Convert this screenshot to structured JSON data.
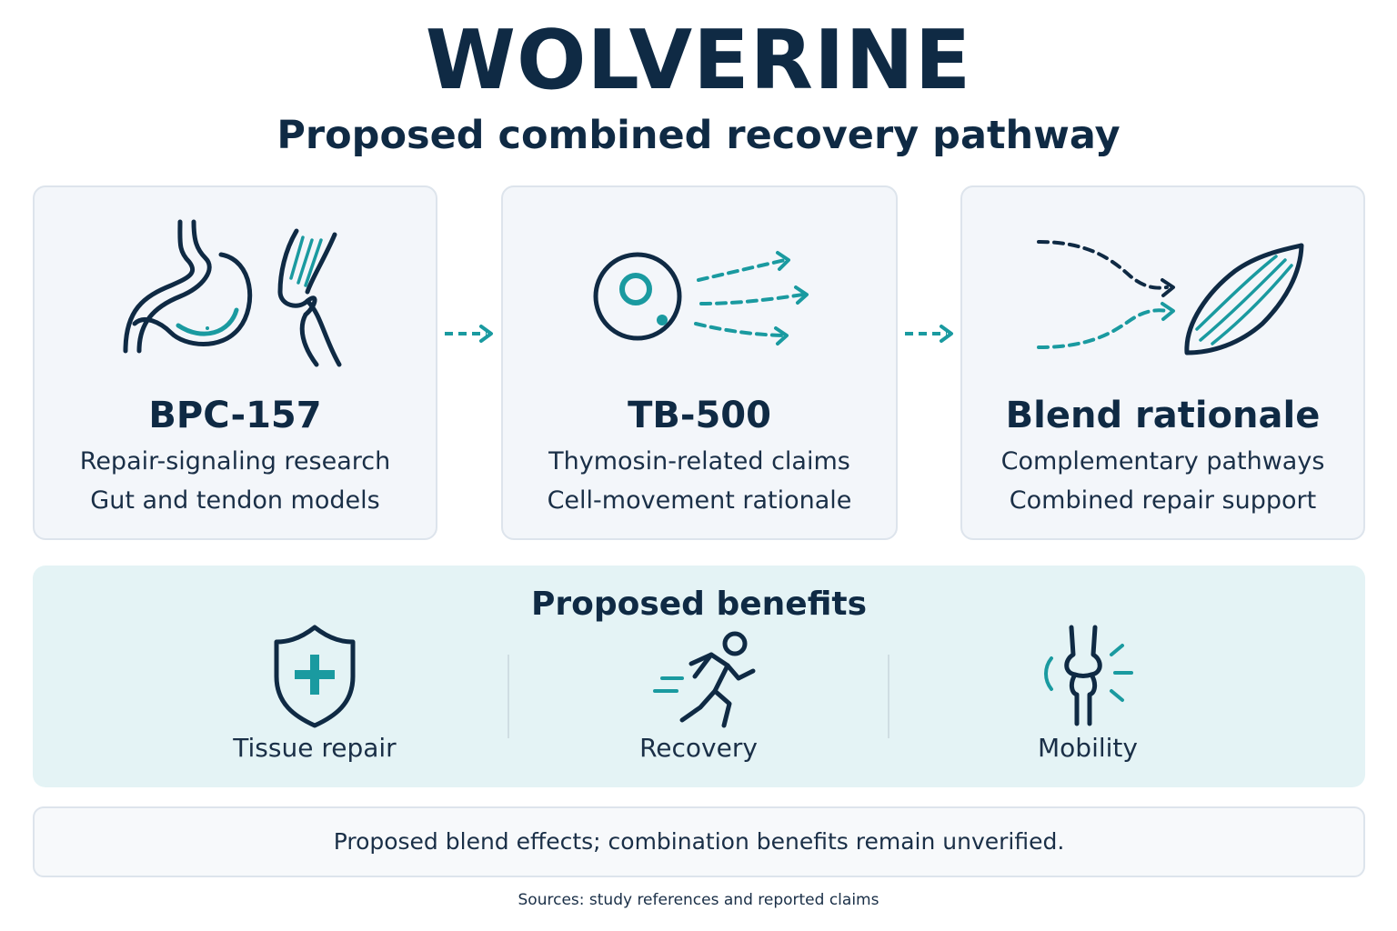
{
  "header": {
    "title": "WOLVERINE",
    "subtitle": "Proposed combined recovery pathway"
  },
  "cards": [
    {
      "title": "BPC-157",
      "line1": "Repair-signaling research",
      "line2": "Gut and tendon models",
      "icons": [
        "stomach-icon",
        "knee-tendon-icon"
      ]
    },
    {
      "title": "TB-500",
      "line1": "Thymosin-related claims",
      "line2": "Cell-movement rationale",
      "icons": [
        "cell-migration-icon"
      ]
    },
    {
      "title": "Blend rationale",
      "line1": "Complementary pathways",
      "line2": "Combined repair support",
      "icons": [
        "converging-arrows-icon",
        "muscle-icon"
      ]
    }
  ],
  "benefits": {
    "title": "Proposed benefits",
    "items": [
      {
        "label": "Tissue repair",
        "icon": "shield-plus-icon"
      },
      {
        "label": "Recovery",
        "icon": "running-person-icon"
      },
      {
        "label": "Mobility",
        "icon": "joint-icon"
      }
    ]
  },
  "note": "Proposed blend effects; combination benefits remain unverified.",
  "sources": "Sources: study references and reported claims",
  "colors": {
    "navy": "#0f2a44",
    "teal": "#1a9aa0",
    "card_bg": "#f3f6fa",
    "benefits_bg": "#e4f3f5"
  }
}
